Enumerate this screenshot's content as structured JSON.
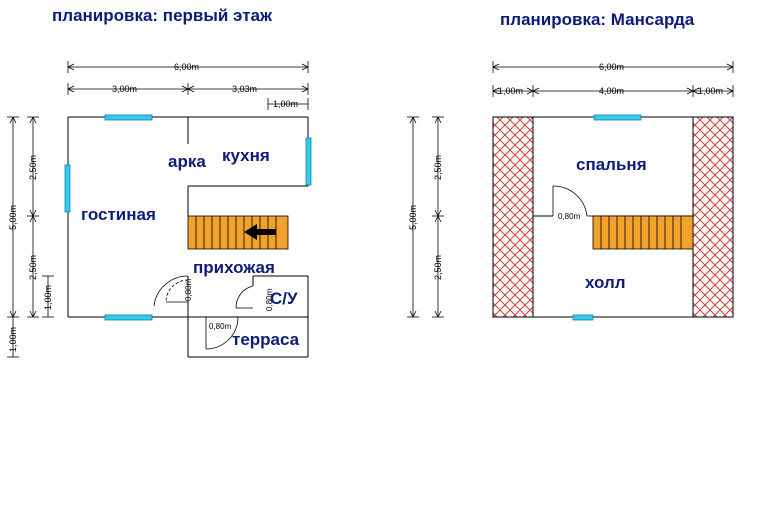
{
  "plans": {
    "first": {
      "title": "планировка: первый этаж",
      "rooms": {
        "living": "гостиная",
        "arch": "арка",
        "kitchen": "кухня",
        "hall": "прихожая",
        "wc": "С/У",
        "terrace": "терраса"
      },
      "dims": {
        "total_width": "6,00m",
        "left_width": "3,00m",
        "right_width": "3,03m",
        "right_small": "1,00m",
        "total_height": "5,00m",
        "top_height": "2,50m",
        "bottom_height": "2,50m",
        "small_height": "1,00m",
        "terrace_height": "1,00m",
        "door_hall": "0,80m",
        "door_terrace": "0,80m",
        "door_wc": "0,80m"
      }
    },
    "attic": {
      "title": "планировка: Мансарда",
      "rooms": {
        "bedroom": "спальня",
        "hall": "холл"
      },
      "dims": {
        "total_width": "6,00m",
        "left_width": "1,00m",
        "mid_width": "4,00m",
        "right_width": "1,00m",
        "total_height": "5,00m",
        "top_height": "2,50m",
        "bottom_height": "2,50m",
        "door": "0,80m"
      }
    }
  },
  "colors": {
    "title": "#0d1b7a",
    "wall": "#000000",
    "window": "#33ccee",
    "stairs": "#f2a12a",
    "hatch": "#c8403a"
  }
}
